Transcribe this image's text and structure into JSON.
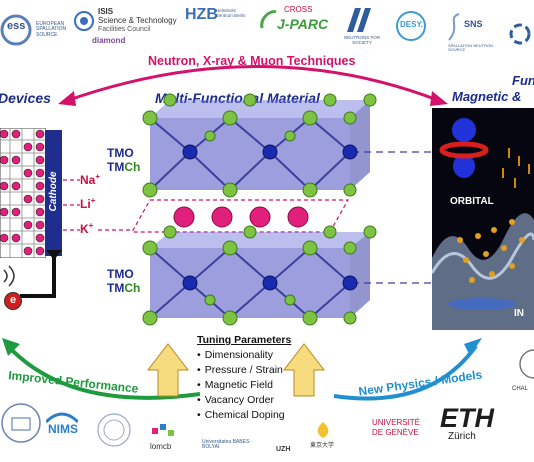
{
  "logos": {
    "ess_short": "ess",
    "ess_sub": "EUROPEAN SPALLATION SOURCE",
    "isis_line1": "ISIS",
    "isis_line2": "Science & Technology",
    "isis_line3": "Facilities Council",
    "diamond": "diamond",
    "hzb": "HZB",
    "hzb_sub": "Helmholtz Zentrum Berlin",
    "cross": "CROSS",
    "jparc": "J-PARC",
    "neutrons": "NEUTRONS FOR SOCIETY",
    "desy": "DESY.",
    "sns": "SNS",
    "sns_sub": "SPALLATION NEUTRON SOURCE",
    "nims": "NIMS",
    "lomcb": "lomcb",
    "ubb": "Universitatea BABES-BOLYAI",
    "uzh": "UZH",
    "tokyo": "東京大学",
    "geneve1": "UNIVERSITÉ",
    "geneve2": "DE GENÈVE",
    "eth": "ETH",
    "eth_sub": "Zürich",
    "chalmers": "CHAL"
  },
  "headings": {
    "techniques": "Neutron, X-ray & Muon Techniques",
    "devices": "Devices",
    "material": "Multi-Functional Material",
    "fun_line1": "Fun",
    "fun_line2": "Magnetic & "
  },
  "layers": {
    "top_o": "TMO",
    "top_ch_tm": "TM",
    "top_ch": "Ch",
    "bot_o": "TMO",
    "bot_ch_tm": "TM",
    "bot_ch": "Ch"
  },
  "ions": {
    "na": "Na",
    "na_sup": "+",
    "li": "Li",
    "li_sup": "+",
    "k": "K",
    "k_sup": "+"
  },
  "cathode": "Cathode",
  "electron": "e",
  "panel": {
    "orbital": "ORBITAL",
    "in": "IN"
  },
  "arrows": {
    "improved": "Improved Performance",
    "new_physics": "New Physics / Models"
  },
  "tuning": {
    "title": "Tuning Parameters",
    "items": [
      "Dimensionality",
      "Pressure / Strain",
      "Magnetic Field",
      "Vacancy Order",
      "Chemical Doping"
    ]
  },
  "colors": {
    "techniques_arc": "#d4126b",
    "improved_arc": "#1f9a3e",
    "new_physics_arc": "#1f8fd0",
    "heading_blue": "#1c2d8a",
    "atom_green": "#7dc242",
    "atom_blue": "#1a2ab0",
    "ion_pink": "#e0207a",
    "cathode_blue": "#1f2d8f"
  }
}
